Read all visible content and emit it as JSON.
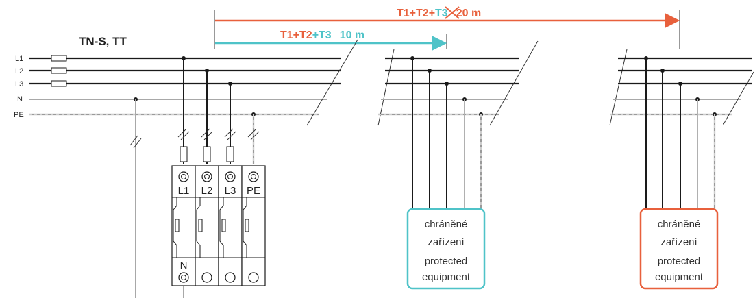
{
  "system_label": "TN-S, TT",
  "conductors": [
    "L1",
    "L2",
    "L3",
    "N",
    "PE"
  ],
  "spd_terminals": [
    "L1",
    "L2",
    "L3",
    "PE"
  ],
  "spd_neutral_terminal": "N",
  "range_near": {
    "label_prefix": "T1+T2",
    "label_suffix": "+T3",
    "distance": "10 m"
  },
  "range_far": {
    "label_prefix": "T1+T2+",
    "crossed_label": "T3",
    "distance": "20 m"
  },
  "equipment_box_1": {
    "line1": "chráněné",
    "line2": "zařízení",
    "line3": "protected",
    "line4": "equipment"
  },
  "equipment_box_2": {
    "line1": "chráněné",
    "line2": "zařízení",
    "line3": "protected",
    "line4": "equipment"
  },
  "colors": {
    "phase": "#1a1a1a",
    "neutral": "#a8a8a8",
    "pe": "#9a9a9a",
    "teal": "#4fc3c8",
    "orange": "#e8603c"
  }
}
